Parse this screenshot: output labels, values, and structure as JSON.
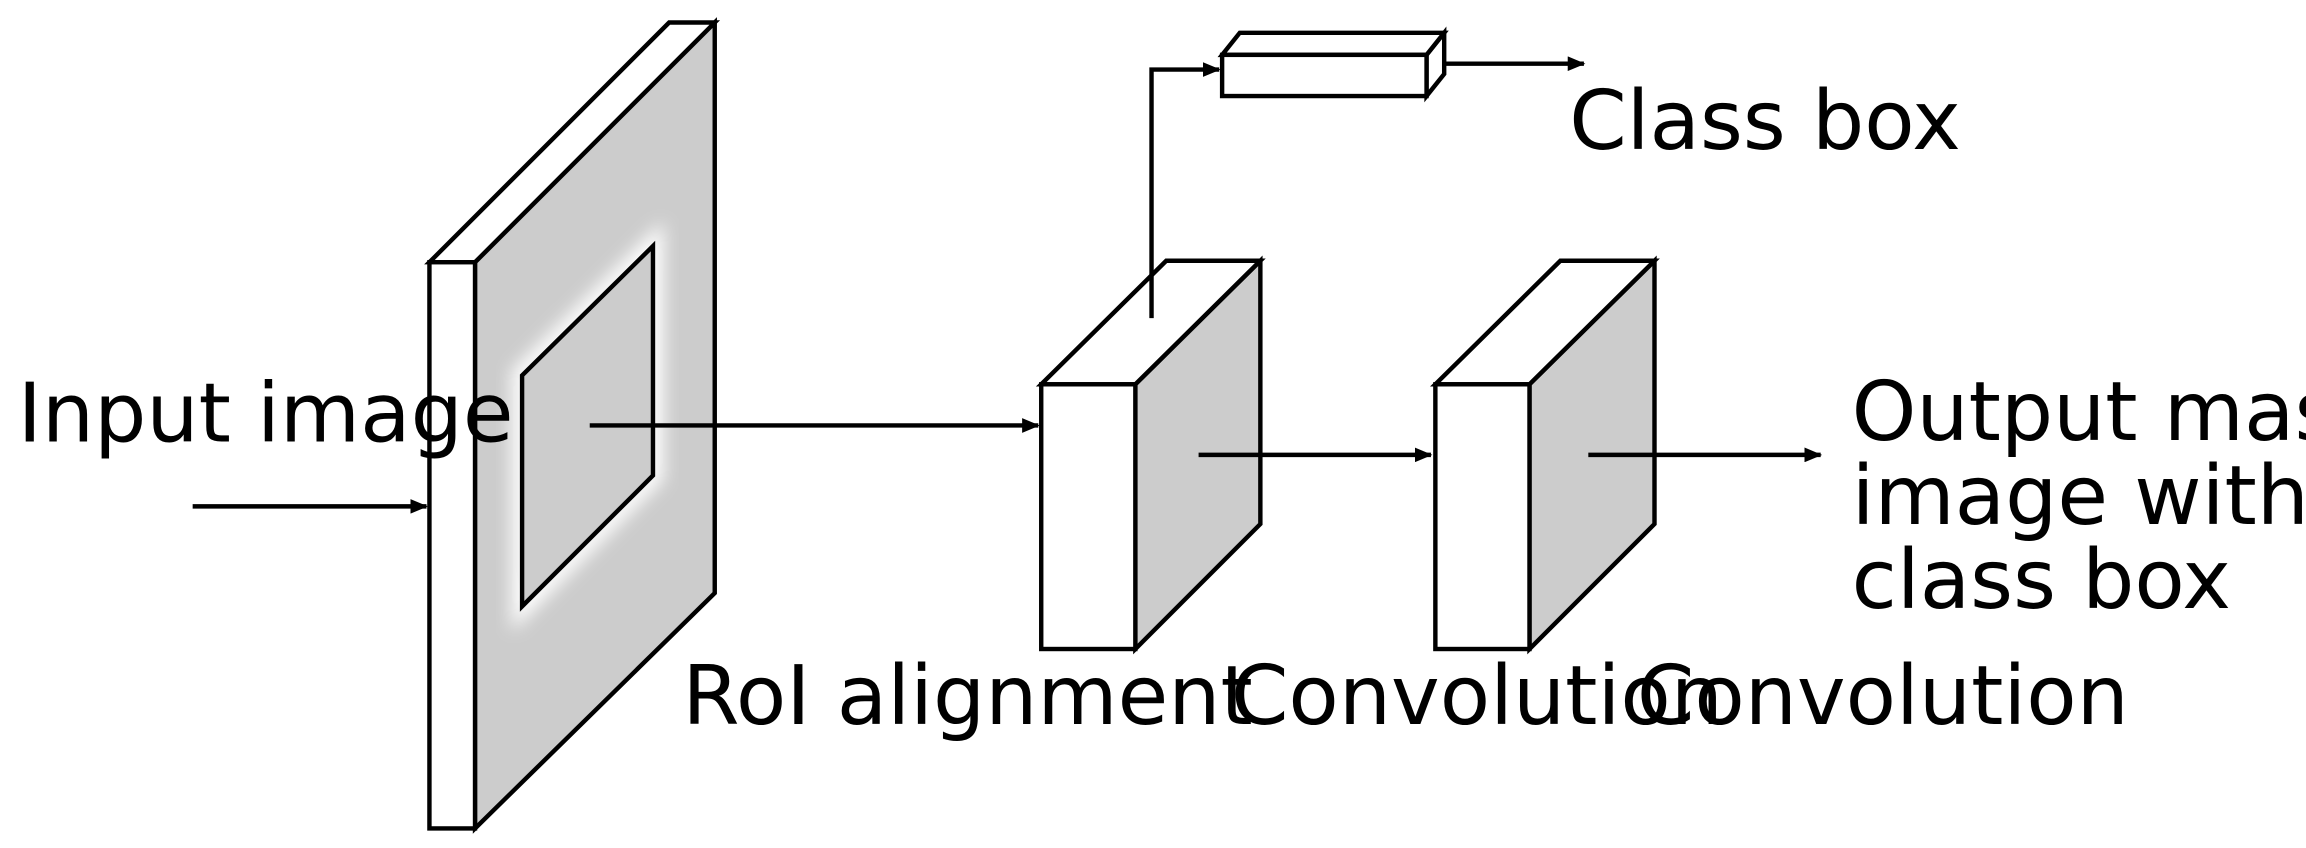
{
  "labels": {
    "input": "Input image",
    "roi": "RoI alignment",
    "class_box": "Class box",
    "conv1": "Convolution",
    "conv2": "Convolution",
    "output_lines": [
      "Output masked",
      "image with",
      "class box"
    ]
  },
  "colors": {
    "panel_gray": "#cccccc",
    "face_white": "#ffffff",
    "stroke": "#000000"
  }
}
